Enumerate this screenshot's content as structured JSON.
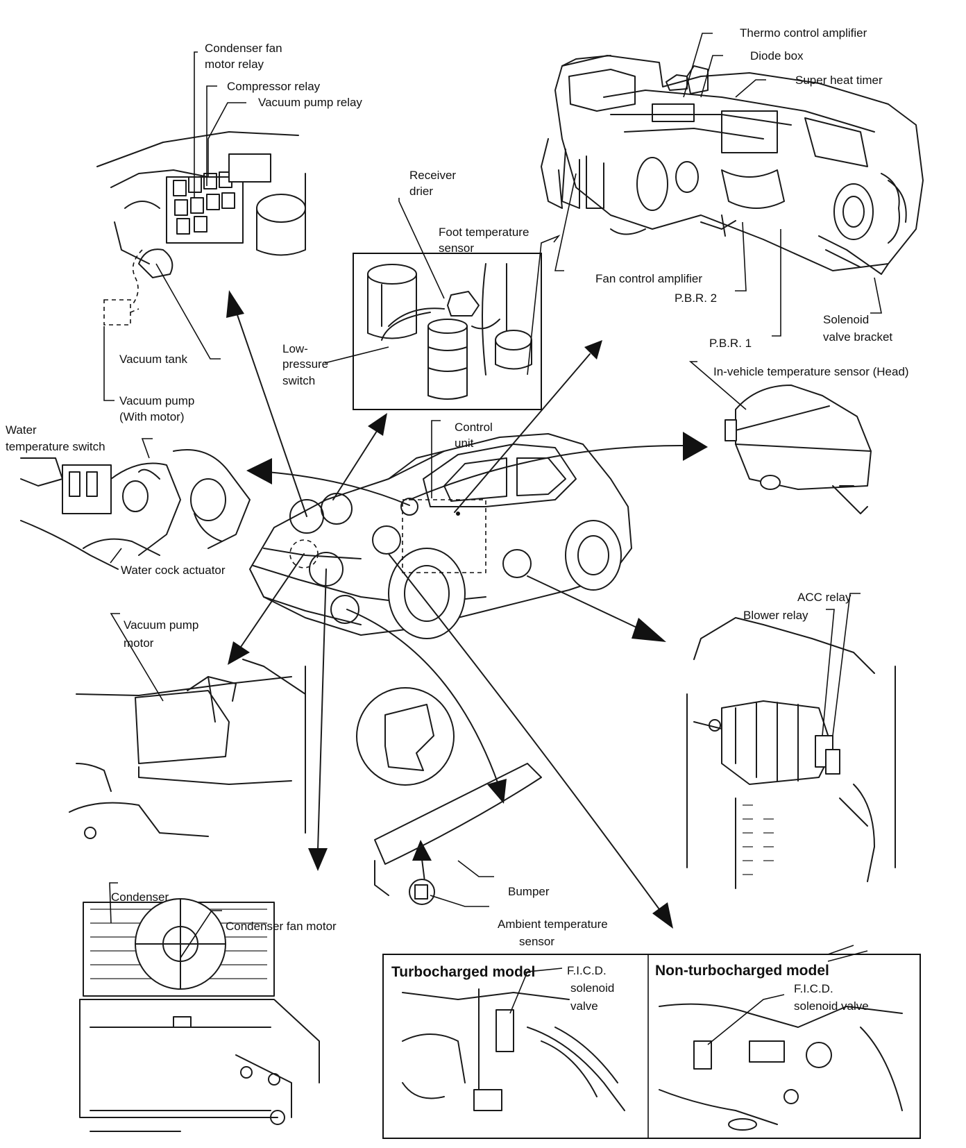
{
  "labels": {
    "condenser_fan_motor_relay_1": "Condenser fan",
    "condenser_fan_motor_relay_2": "motor relay",
    "compressor_relay": "Compressor relay",
    "vacuum_pump_relay": "Vacuum pump relay",
    "vacuum_tank": "Vacuum tank",
    "vacuum_pump_1": "Vacuum pump",
    "vacuum_pump_2": "(With motor)",
    "receiver_drier_1": "Receiver",
    "receiver_drier_2": "drier",
    "foot_temp_sensor_1": "Foot temperature",
    "foot_temp_sensor_2": "sensor",
    "low_pressure_switch_1": "Low-",
    "low_pressure_switch_2": "pressure",
    "low_pressure_switch_3": "switch",
    "thermo_control_amplifier": "Thermo control amplifier",
    "diode_box": "Diode box",
    "super_heat_timer": "Super heat timer",
    "fan_control_amplifier": "Fan control amplifier",
    "pbr2": "P.B.R. 2",
    "pbr1": "P.B.R. 1",
    "solenoid_valve_bracket_1": "Solenoid",
    "solenoid_valve_bracket_2": "valve bracket",
    "in_vehicle_temp_sensor": "In-vehicle temperature sensor (Head)",
    "water_temp_switch_1": "Water",
    "water_temp_switch_2": "temperature switch",
    "water_cock_actuator": "Water cock actuator",
    "control_unit_1": "Control",
    "control_unit_2": "unit",
    "acc_relay": "ACC relay",
    "blower_relay": "Blower relay",
    "vacuum_pump_motor_1": "Vacuum pump",
    "vacuum_pump_motor_2": "motor",
    "condenser": "Condenser",
    "condenser_fan_motor": "Condenser fan motor",
    "bumper": "Bumper",
    "ambient_temp_sensor_1": "Ambient temperature",
    "ambient_temp_sensor_2": "sensor",
    "turbo_model": "Turbocharged model",
    "non_turbo_model": "Non-turbocharged model",
    "ficd_turbo_1": "F.I.C.D.",
    "ficd_turbo_2": "solenoid",
    "ficd_turbo_3": "valve",
    "ficd_nonturbo_1": "F.I.C.D.",
    "ficd_nonturbo_2": "solenoid valve"
  }
}
